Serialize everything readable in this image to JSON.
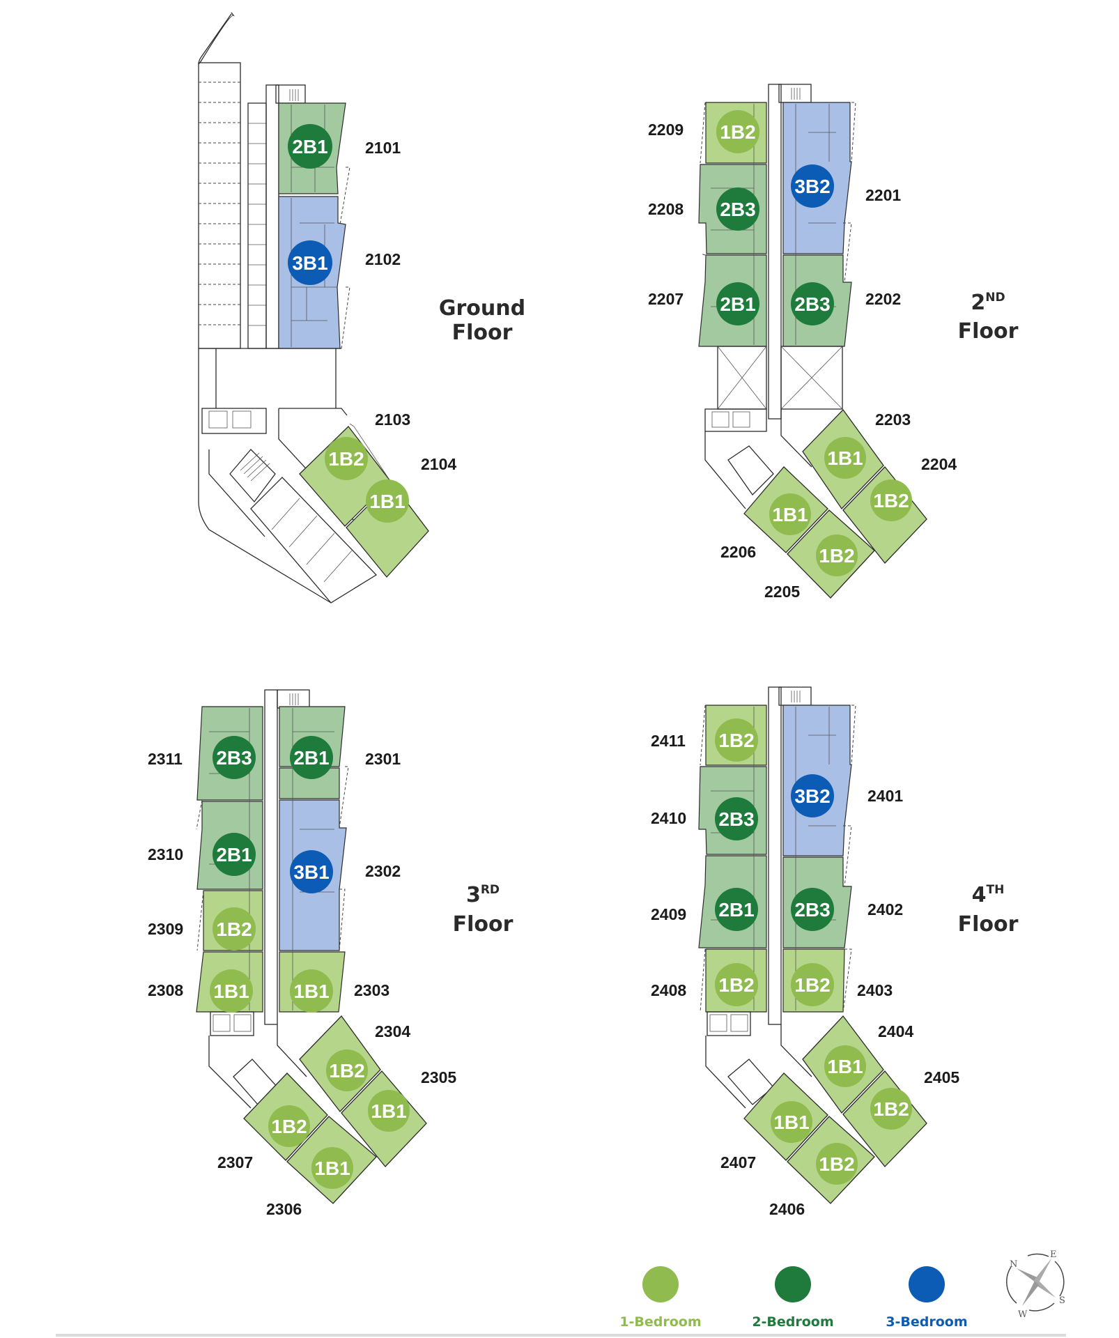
{
  "colors": {
    "one_bed_badge": "#8fbb4f",
    "one_bed_fill": "#b5d58a",
    "two_bed_badge": "#1e7b3c",
    "two_bed_fill": "#a3c9a0",
    "three_bed_badge": "#0c5bb5",
    "three_bed_fill": "#a9bfe6",
    "legend_one_text": "#8fbb4f",
    "legend_two_text": "#1e7b3c",
    "legend_three_text": "#0c5bb5"
  },
  "floors": [
    {
      "id": "ground",
      "title_line1": "Ground",
      "title_line2": "Floor",
      "units": [
        {
          "number": "2101",
          "type": "2B1",
          "category": "2-Bedroom"
        },
        {
          "number": "2102",
          "type": "3B1",
          "category": "3-Bedroom"
        },
        {
          "number": "2103",
          "type": "1B2",
          "category": "1-Bedroom"
        },
        {
          "number": "2104",
          "type": "1B1",
          "category": "1-Bedroom"
        }
      ]
    },
    {
      "id": "second",
      "title_num": "2",
      "title_sup": "ND",
      "title_line2": "Floor",
      "units": [
        {
          "number": "2201",
          "type": "3B2",
          "category": "3-Bedroom"
        },
        {
          "number": "2202",
          "type": "2B3",
          "category": "2-Bedroom"
        },
        {
          "number": "2203",
          "type": "1B1",
          "category": "1-Bedroom"
        },
        {
          "number": "2204",
          "type": "1B2",
          "category": "1-Bedroom"
        },
        {
          "number": "2205",
          "type": "1B2",
          "category": "1-Bedroom"
        },
        {
          "number": "2206",
          "type": "1B1",
          "category": "1-Bedroom"
        },
        {
          "number": "2207",
          "type": "2B1",
          "category": "2-Bedroom"
        },
        {
          "number": "2208",
          "type": "2B3",
          "category": "2-Bedroom"
        },
        {
          "number": "2209",
          "type": "1B2",
          "category": "1-Bedroom"
        }
      ]
    },
    {
      "id": "third",
      "title_num": "3",
      "title_sup": "RD",
      "title_line2": "Floor",
      "units": [
        {
          "number": "2301",
          "type": "2B1",
          "category": "2-Bedroom"
        },
        {
          "number": "2302",
          "type": "3B1",
          "category": "3-Bedroom"
        },
        {
          "number": "2303",
          "type": "1B1",
          "category": "1-Bedroom"
        },
        {
          "number": "2304",
          "type": "1B2",
          "category": "1-Bedroom"
        },
        {
          "number": "2305",
          "type": "1B1",
          "category": "1-Bedroom"
        },
        {
          "number": "2306",
          "type": "1B1",
          "category": "1-Bedroom"
        },
        {
          "number": "2307",
          "type": "1B2",
          "category": "1-Bedroom"
        },
        {
          "number": "2308",
          "type": "1B1",
          "category": "1-Bedroom"
        },
        {
          "number": "2309",
          "type": "1B2",
          "category": "1-Bedroom"
        },
        {
          "number": "2310",
          "type": "2B1",
          "category": "2-Bedroom"
        },
        {
          "number": "2311",
          "type": "2B3",
          "category": "2-Bedroom"
        }
      ]
    },
    {
      "id": "fourth",
      "title_num": "4",
      "title_sup": "TH",
      "title_line2": "Floor",
      "units": [
        {
          "number": "2401",
          "type": "3B2",
          "category": "3-Bedroom"
        },
        {
          "number": "2402",
          "type": "2B3",
          "category": "2-Bedroom"
        },
        {
          "number": "2403",
          "type": "1B2",
          "category": "1-Bedroom"
        },
        {
          "number": "2404",
          "type": "1B1",
          "category": "1-Bedroom"
        },
        {
          "number": "2405",
          "type": "1B2",
          "category": "1-Bedroom"
        },
        {
          "number": "2406",
          "type": "1B2",
          "category": "1-Bedroom"
        },
        {
          "number": "2407",
          "type": "1B1",
          "category": "1-Bedroom"
        },
        {
          "number": "2408",
          "type": "1B2",
          "category": "1-Bedroom"
        },
        {
          "number": "2409",
          "type": "2B1",
          "category": "2-Bedroom"
        },
        {
          "number": "2410",
          "type": "2B3",
          "category": "2-Bedroom"
        },
        {
          "number": "2411",
          "type": "1B2",
          "category": "1-Bedroom"
        }
      ]
    }
  ],
  "legend": [
    {
      "label": "1-Bedroom",
      "color": "#8fbb4f"
    },
    {
      "label": "2-Bedroom",
      "color": "#1e7b3c"
    },
    {
      "label": "3-Bedroom",
      "color": "#0c5bb5"
    }
  ],
  "compass": {
    "n": "N",
    "e": "E",
    "s": "S",
    "w": "W"
  }
}
